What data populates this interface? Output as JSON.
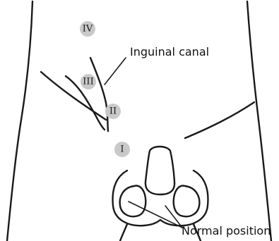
{
  "labels": {
    "inguinal_canal": "Inguinal canal",
    "normal_position": "Normal position"
  },
  "markers": [
    {
      "id": "IV",
      "text": "IV"
    },
    {
      "id": "III",
      "text": "III"
    },
    {
      "id": "II",
      "text": "II"
    },
    {
      "id": "I",
      "text": "I"
    }
  ],
  "colors": {
    "line": "#1a1a1a",
    "marker_fill": "#c9c9c9",
    "background": "#ffffff"
  }
}
